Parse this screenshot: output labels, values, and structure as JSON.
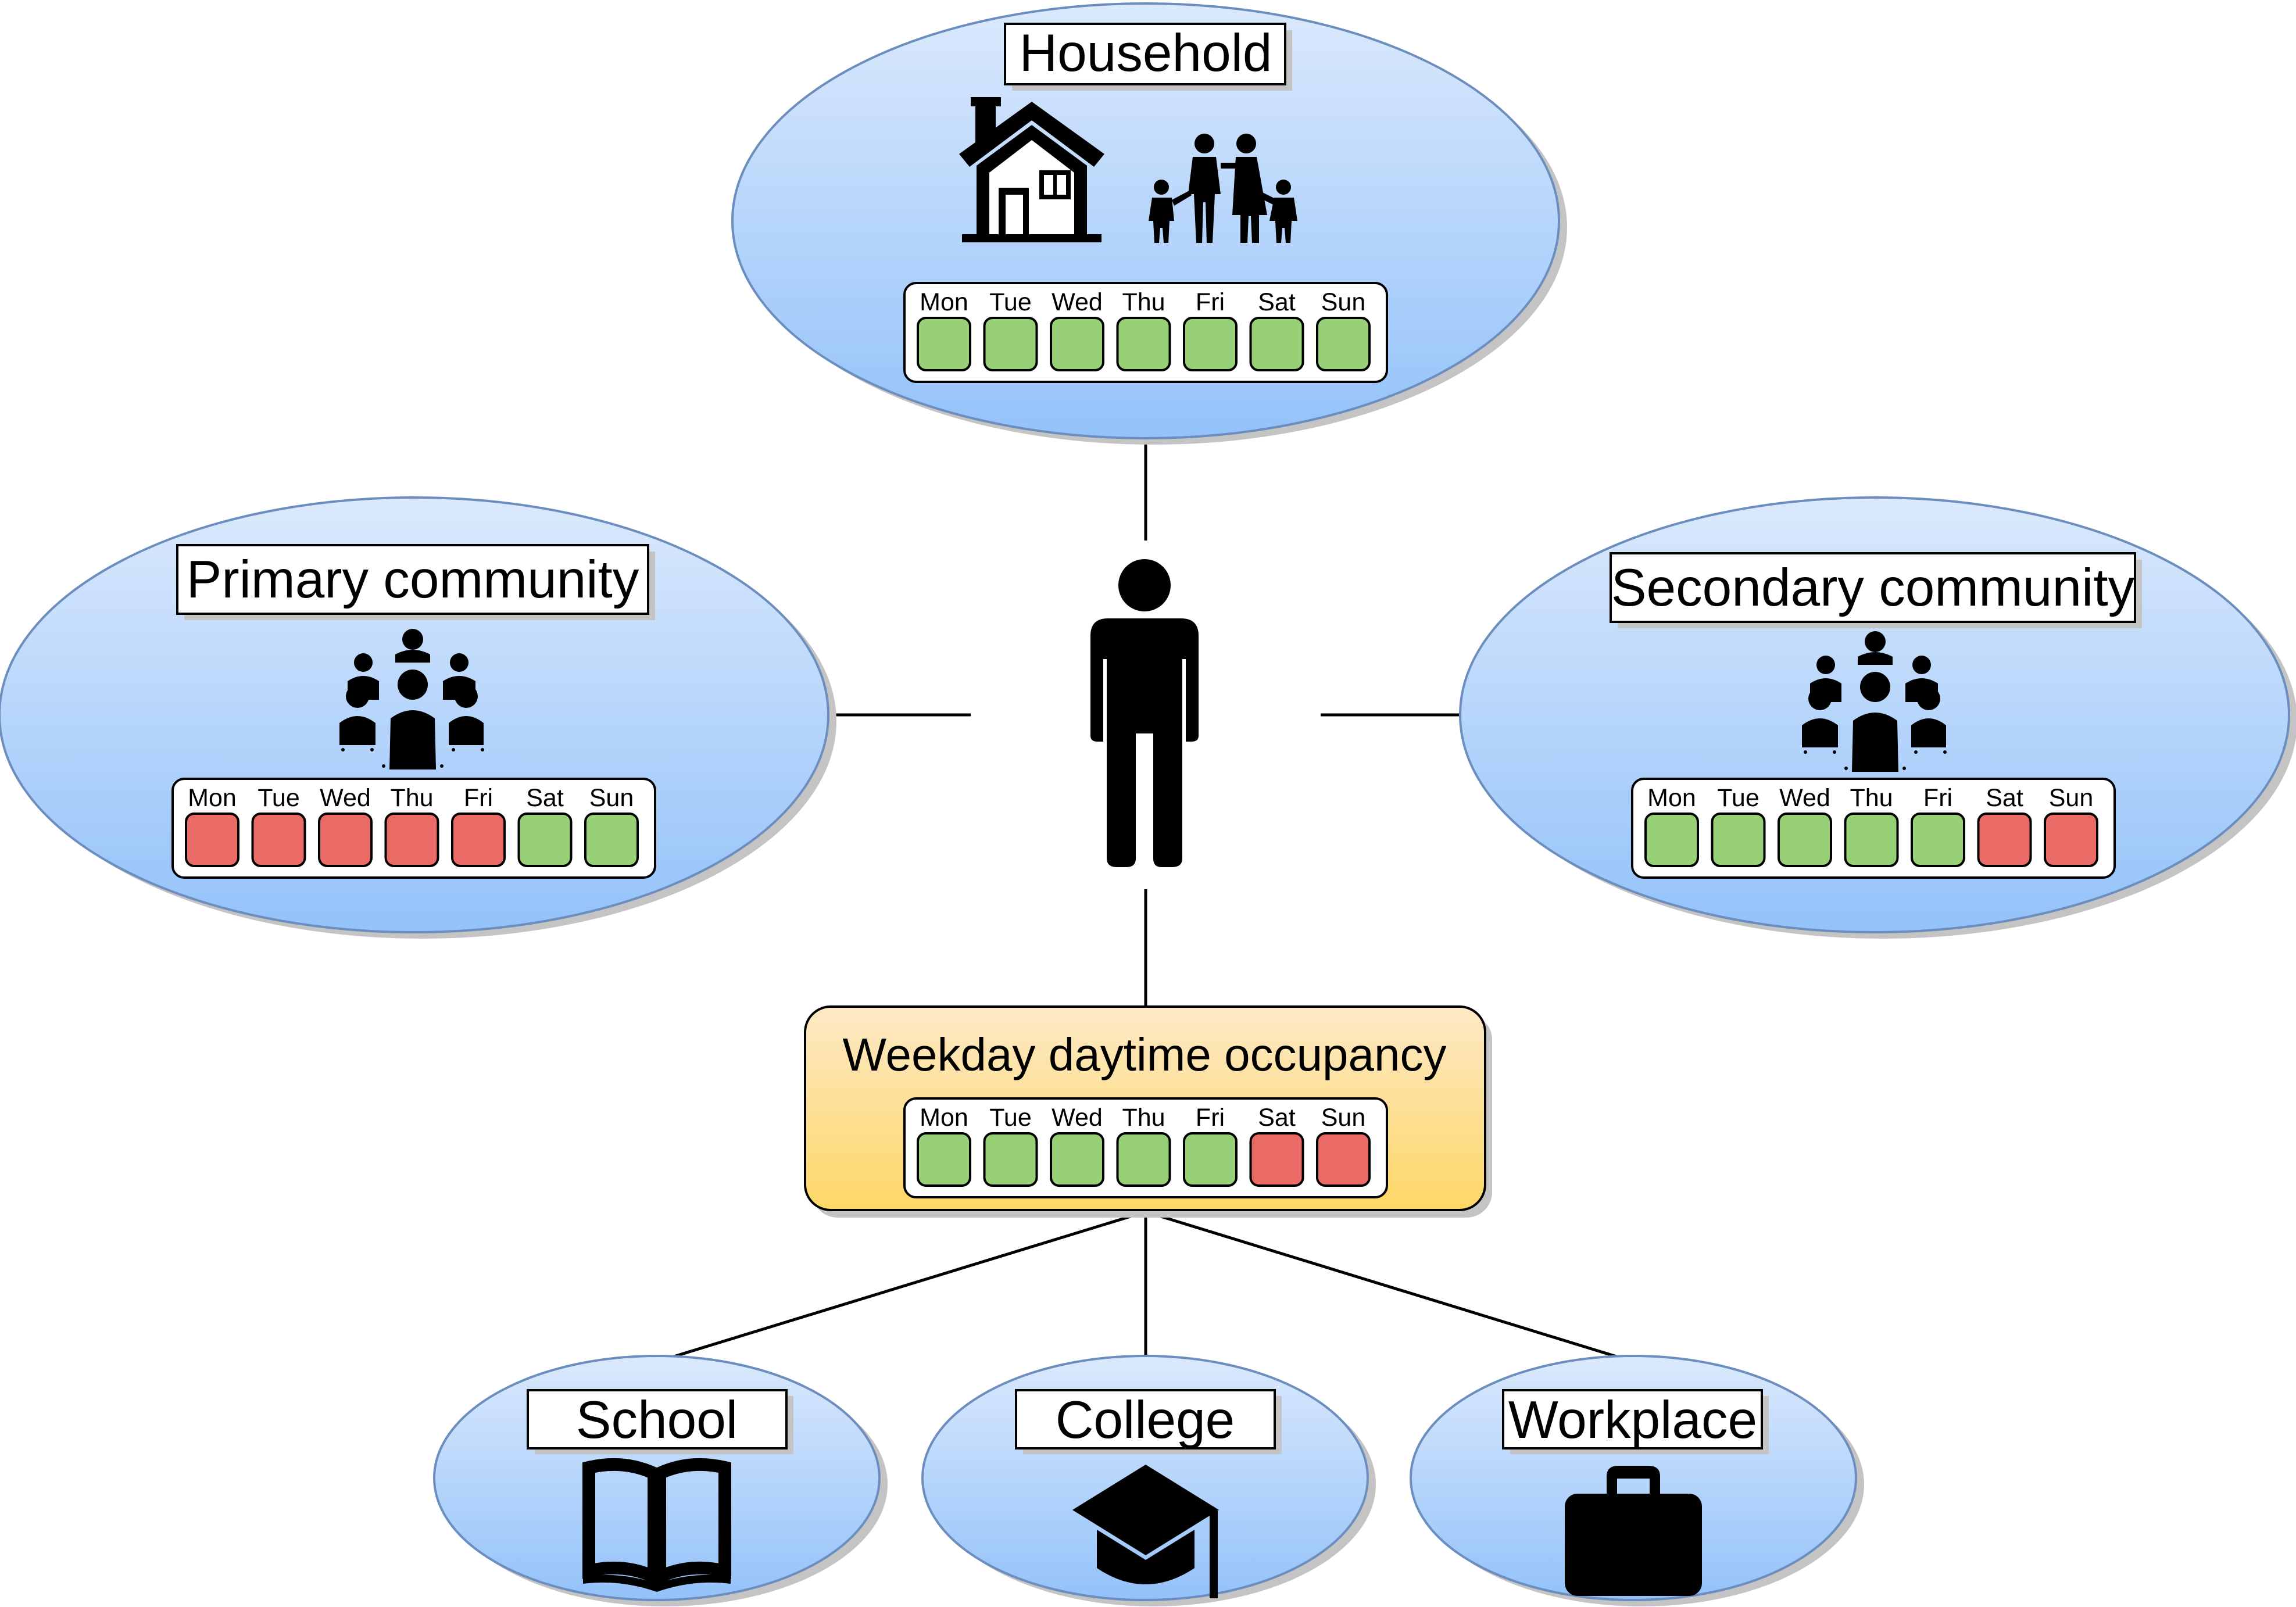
{
  "colors": {
    "ellipse_top": "#dbe9fc",
    "ellipse_bottom": "#93c2fa",
    "ellipse_stroke": "#6c8ebf",
    "box_top": "#fde9c6",
    "box_bottom": "#fdd766",
    "available": "#97d077",
    "unavailable": "#ea6b66",
    "shadow": "#c4c4c4"
  },
  "days": [
    "Mon",
    "Tue",
    "Wed",
    "Thu",
    "Fri",
    "Sat",
    "Sun"
  ],
  "person": {
    "icon": "person-icon"
  },
  "household": {
    "title": "Household",
    "icons": [
      "house-icon",
      "family-icon"
    ],
    "availability": [
      true,
      true,
      true,
      true,
      true,
      true,
      true
    ]
  },
  "primary_community": {
    "title": "Primary community",
    "icons": [
      "community-icon"
    ],
    "availability": [
      false,
      false,
      false,
      false,
      false,
      true,
      true
    ]
  },
  "secondary_community": {
    "title": "Secondary community",
    "icons": [
      "community-icon"
    ],
    "availability": [
      true,
      true,
      true,
      true,
      true,
      false,
      false
    ]
  },
  "weekday_occupancy": {
    "title": "Weekday daytime occupancy",
    "availability": [
      true,
      true,
      true,
      true,
      true,
      false,
      false
    ]
  },
  "school": {
    "title": "School",
    "icon": "book-icon"
  },
  "college": {
    "title": "College",
    "icon": "graduation-cap-icon"
  },
  "workplace": {
    "title": "Workplace",
    "icon": "briefcase-icon"
  }
}
